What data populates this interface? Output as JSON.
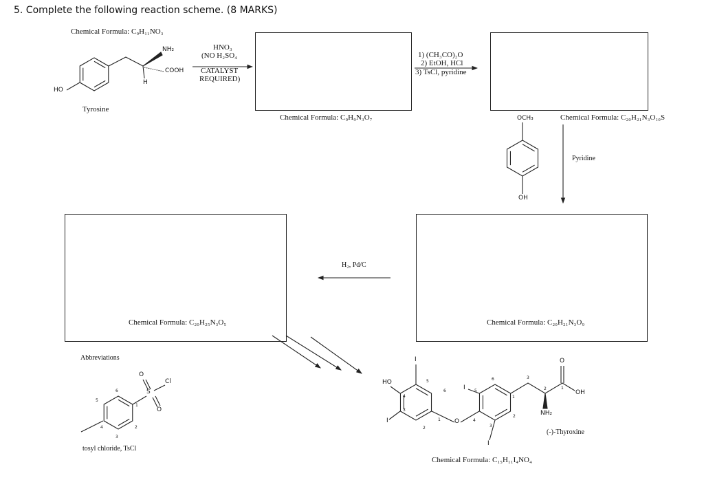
{
  "question": {
    "title": "5. Complete the following reaction scheme. (8 MARKS)"
  },
  "start": {
    "formula": "Chemical Formula: C₉H₁₁NO₃",
    "name": "Tyrosine",
    "nh2": "NH₂",
    "cooh": "COOH",
    "h": "H",
    "ho": "HO"
  },
  "step1": {
    "reagents": [
      "HNO₃",
      "(NO H₂SO₄",
      "CATALYST",
      "REQUIRED)"
    ],
    "product_formula": "Chemical Formula: C₉H₉N₃O₇"
  },
  "step2": {
    "reagents": [
      "1) (CH₃CO)₂O",
      "2) EtOH, HCl",
      "3) TsCl, pyridine"
    ],
    "product_formula": "Chemical Formula: C₂₀H₂₁N₃O₁₀S"
  },
  "step3": {
    "reagent": "Pyridine",
    "coreactant": {
      "top": "OCH₃",
      "bottom": "OH"
    },
    "product_formula": "Chemical Formula: C₂₀H₂₁N₃O₉"
  },
  "step4": {
    "reagent": "H₂, Pd/C",
    "product_formula": "Chemical Formula: C₂₀H₂₅N₃O₅"
  },
  "abbreviations": {
    "heading": "Abbreviations",
    "name": "tosyl chloride, TsCl",
    "atoms": {
      "s": "S",
      "o1": "O",
      "o2": "O",
      "cl": "Cl"
    },
    "numbers": [
      "6",
      "5",
      "4",
      "3",
      "2",
      "1"
    ]
  },
  "final": {
    "name": "(-)-Thyroxine",
    "formula": "Chemical Formula: C₁₅H₁₁I₄NO₄",
    "atoms": {
      "ho": "HO",
      "i1": "I",
      "i2": "I",
      "i3": "I",
      "i4": "I",
      "o": "O",
      "o_carbonyl": "O",
      "oh": "OH",
      "nh2": "NH₂"
    },
    "numbers": [
      "5",
      "6",
      "4",
      "3",
      "2",
      "1",
      "6",
      "5",
      "1",
      "4",
      "3",
      "2",
      "3",
      "2",
      "1"
    ]
  }
}
